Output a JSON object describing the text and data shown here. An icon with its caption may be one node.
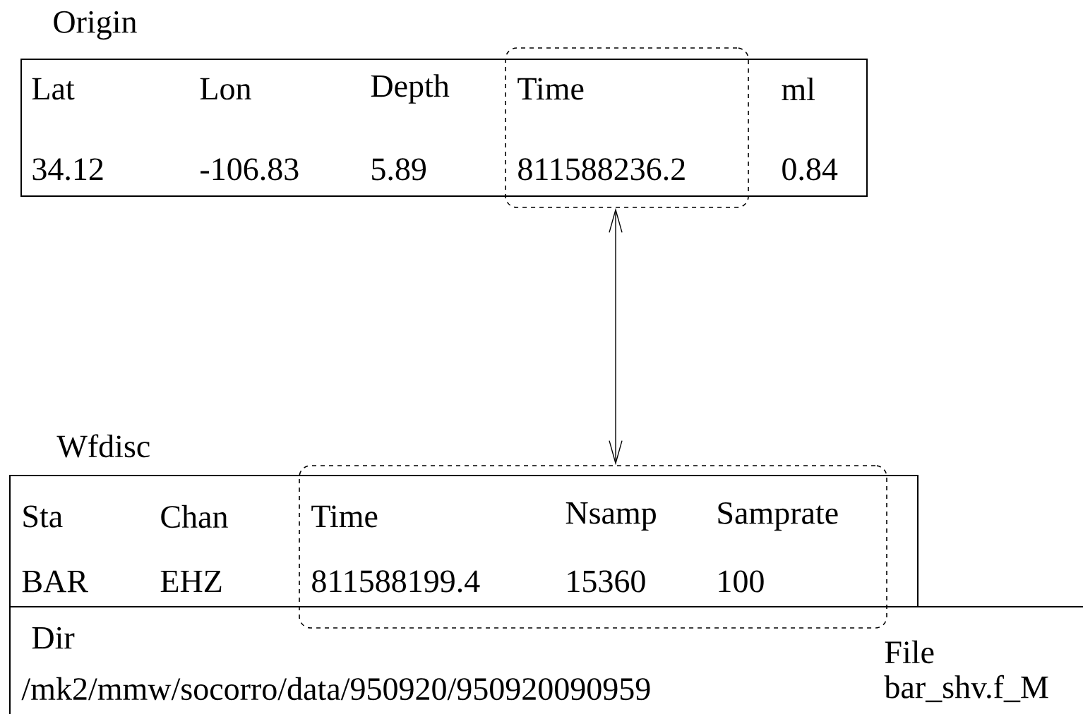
{
  "diagram": {
    "nodes": [
      {
        "text": [
          "Origin"
        ]
      },
      {
        "text": [
          "Time",
          "811588236.2"
        ]
      },
      {
        "text": [
          "Wfdisc"
        ]
      },
      {
        "text": [
          "Time",
          "Nsamp",
          "Samprate",
          "811588199.4",
          "15360",
          "100"
        ]
      },
      {
        "text": [
          "Dir",
          "/mk2/mmw/socorro/data/950920/950920090959",
          "File",
          "bar_shv.f_M"
        ]
      }
    ],
    "edges": [
      {
        "from": 1,
        "to": 3,
        "arrow": "both"
      }
    ],
    "labels": [
      "Lat",
      "Lon",
      "Depth",
      "ml",
      "34.12",
      "-106.83",
      "5.89",
      "0.84",
      "Sta",
      "Chan",
      "BAR",
      "EHZ"
    ]
  }
}
